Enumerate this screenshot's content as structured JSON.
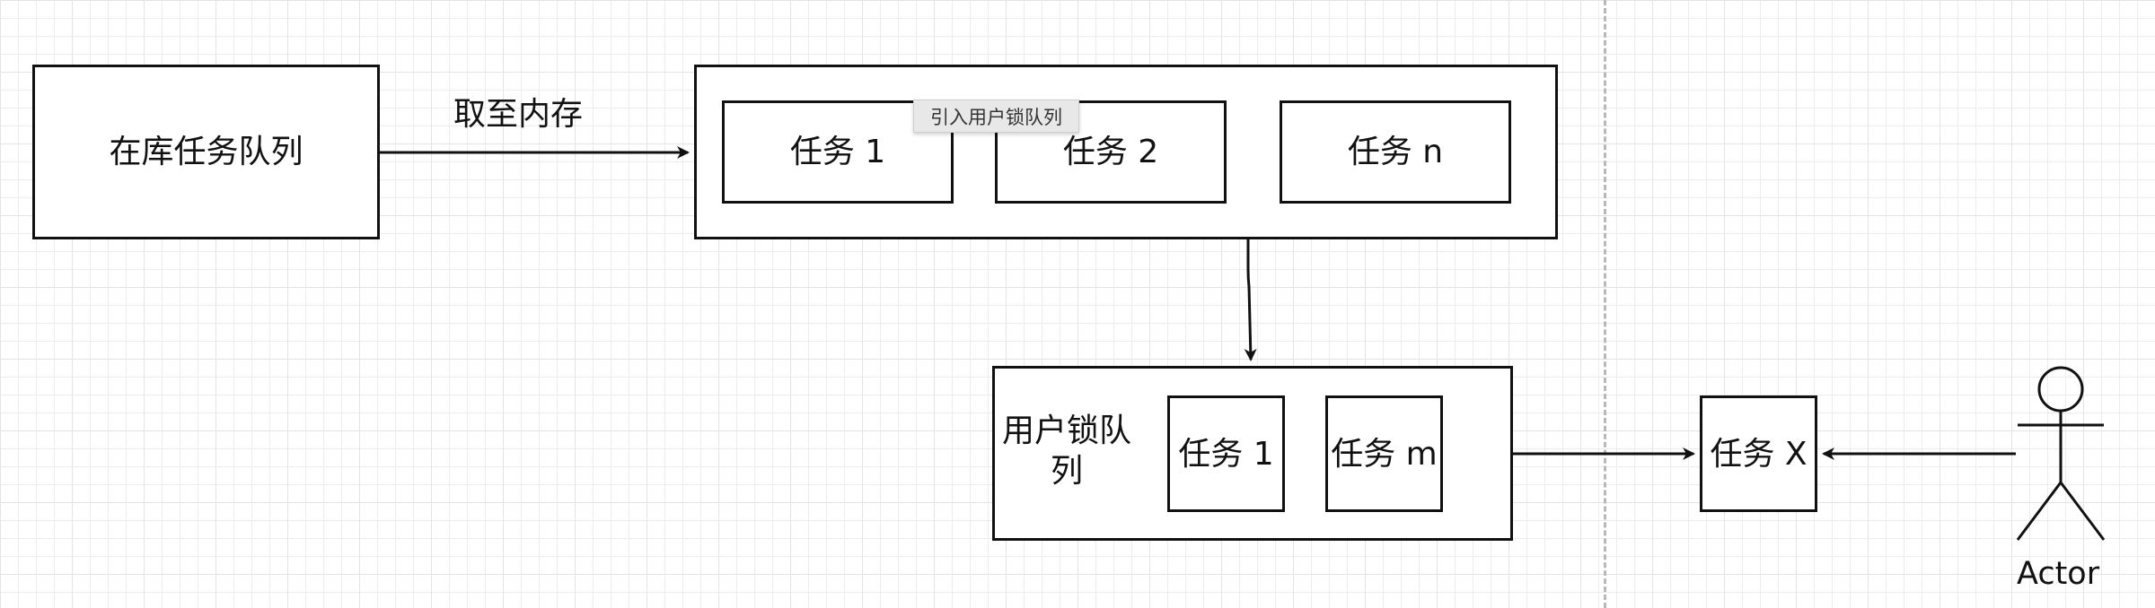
{
  "nodes": {
    "in_db_queue": "在库任务队列",
    "memory_task_1": "任务 1",
    "memory_task_2": "任务 2",
    "memory_task_n": "任务 n",
    "user_lock_queue": "用户锁队列",
    "lock_task_1": "任务 1",
    "lock_task_m": "任务 m",
    "task_x": "任务 X"
  },
  "edges": {
    "fetch_to_memory": "取至内存"
  },
  "tooltip": "引入用户锁队列",
  "actor": {
    "label": "Actor"
  },
  "colors": {
    "stroke": "#111111",
    "grid": "#e3e3e3",
    "divider": "#b8b8b8",
    "tooltip_bg": "#e8e8e8"
  }
}
